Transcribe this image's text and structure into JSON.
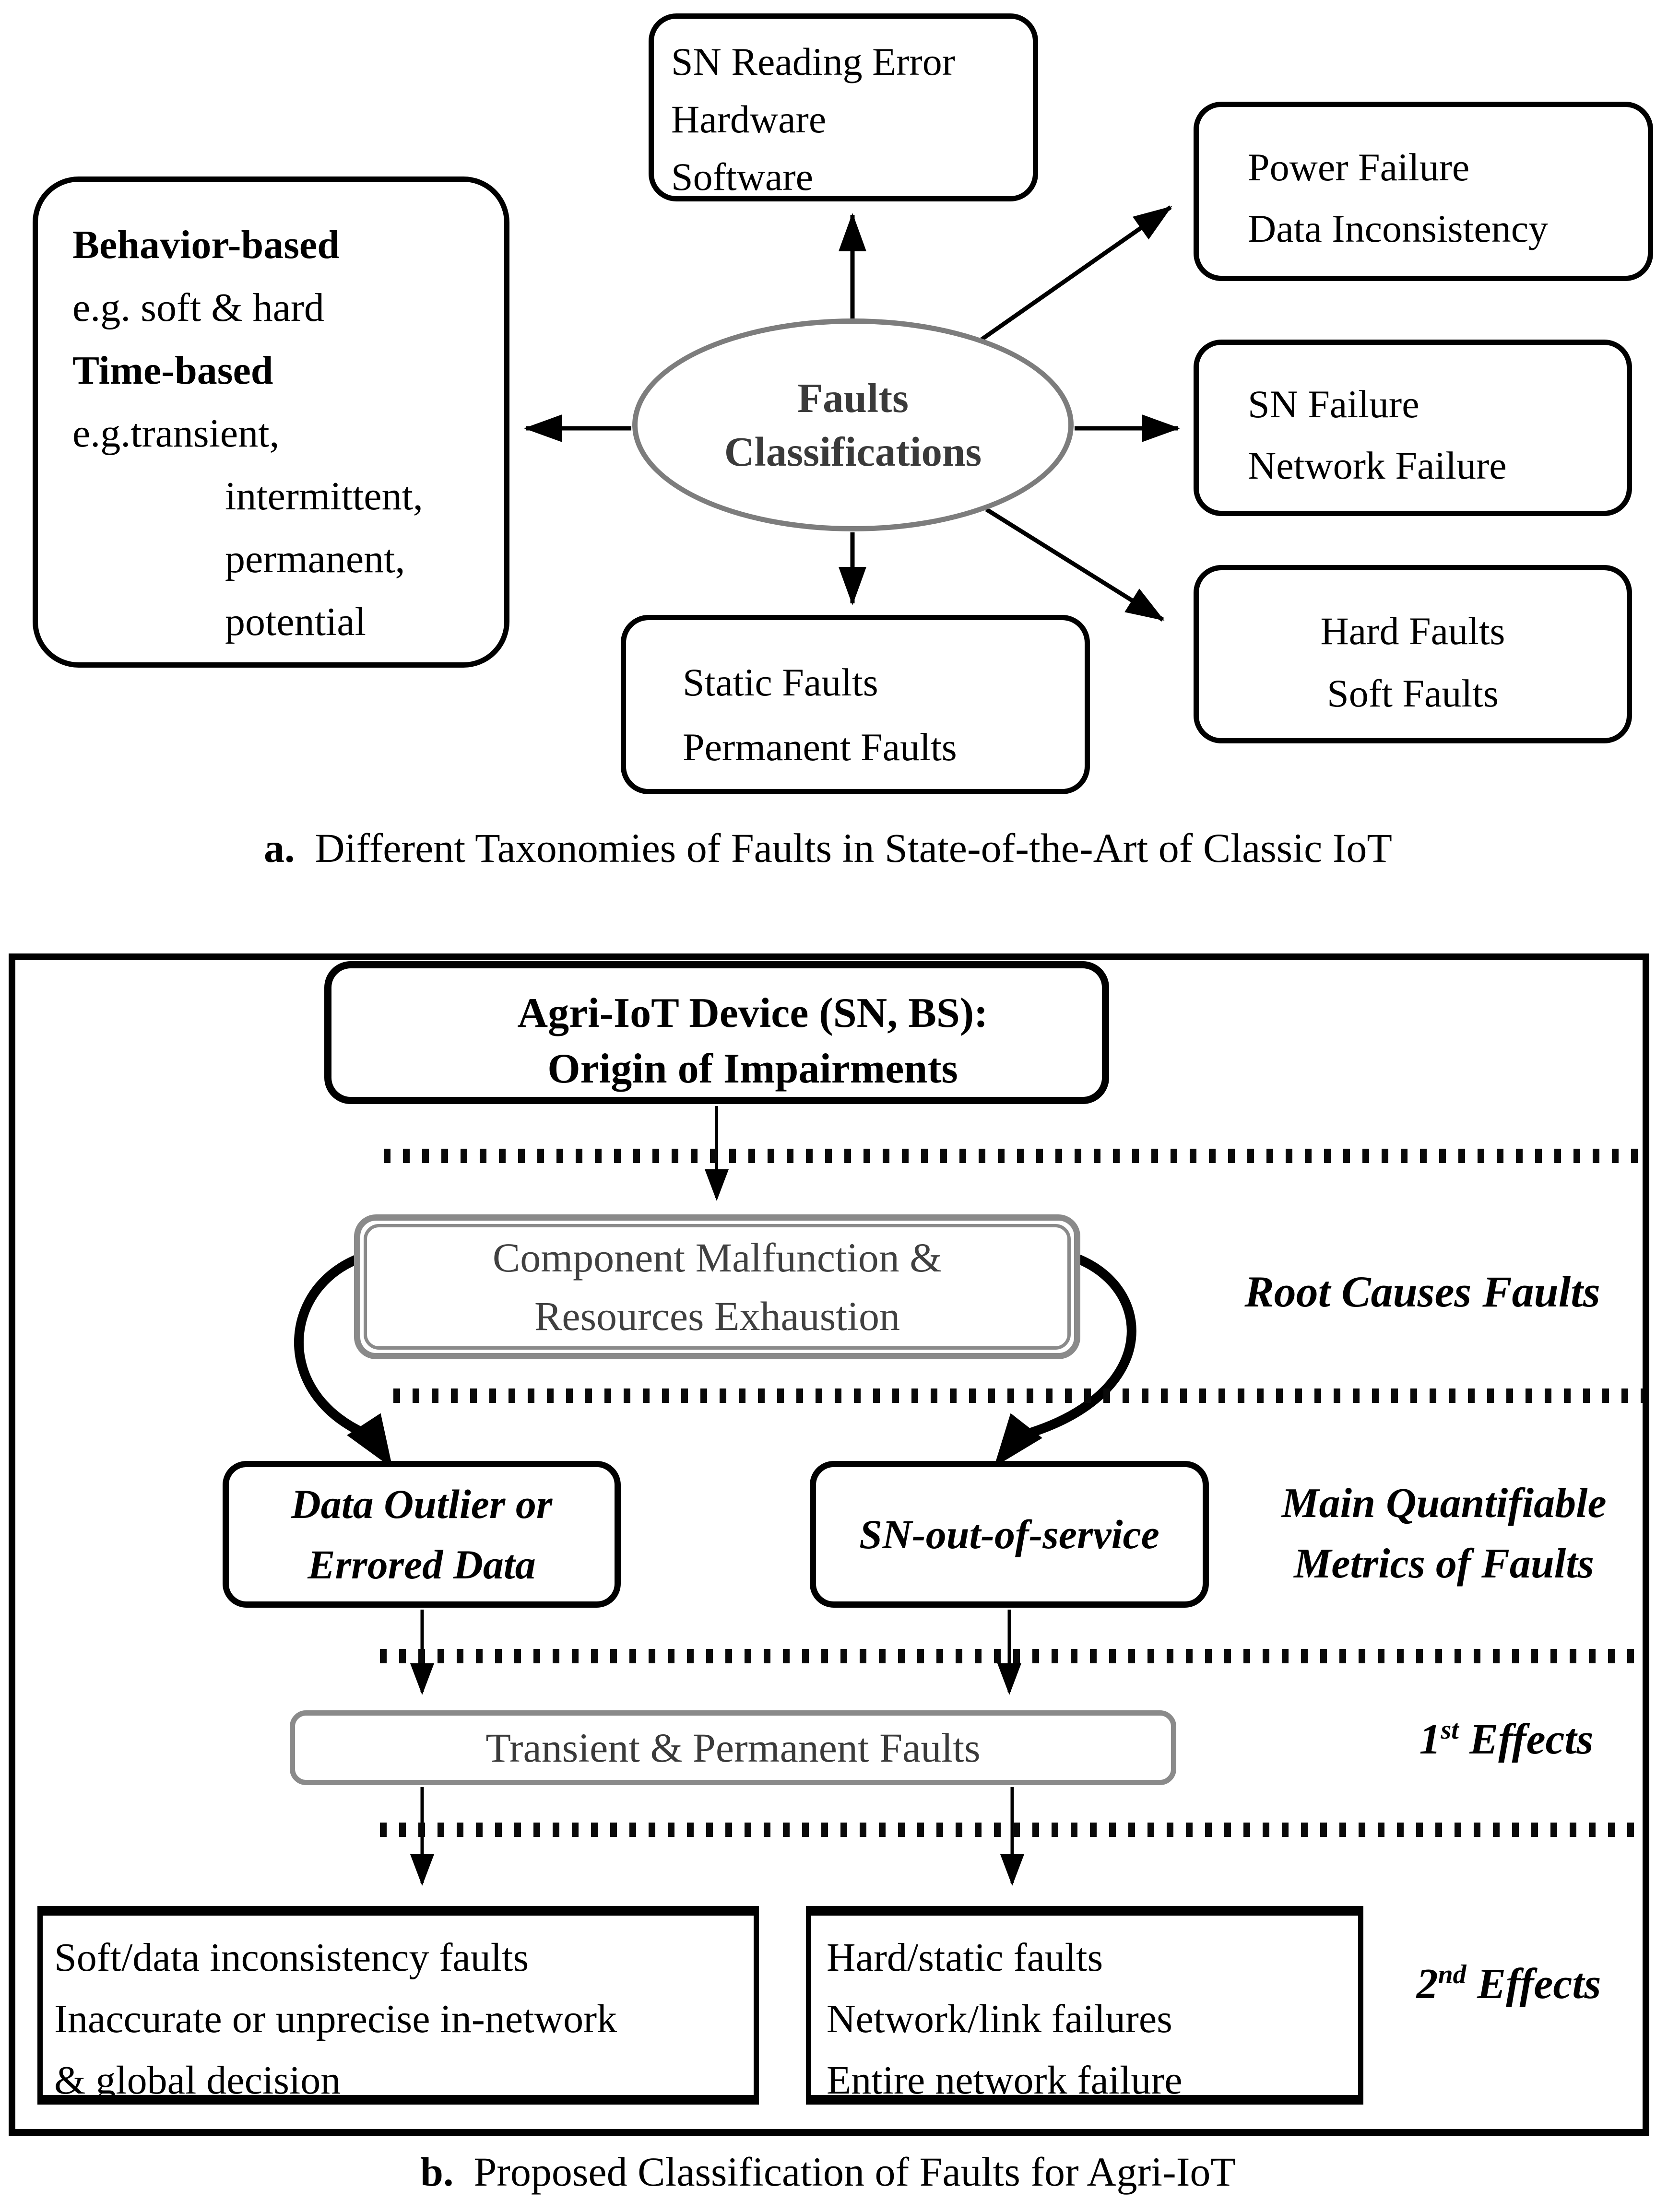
{
  "figure": {
    "panel_a": {
      "caption": {
        "prefix": "a.",
        "text": "Different Taxonomies of Faults in State-of-the-Art of Classic IoT"
      },
      "ellipse": {
        "lines": [
          "Faults",
          "Classifications"
        ]
      },
      "boxes": {
        "sn_reading": {
          "lines": [
            "SN Reading Error",
            "Hardware",
            "Software"
          ]
        },
        "power": {
          "lines": [
            "Power Failure",
            "Data Inconsistency"
          ]
        },
        "behavior": {
          "lines": [
            "Behavior-based",
            "e.g. soft & hard",
            "Time-based",
            "e.g.transient,",
            "intermittent,",
            "permanent,",
            "potential"
          ]
        },
        "sn_failure": {
          "lines": [
            "SN Failure",
            "Network Failure"
          ]
        },
        "hard_soft": {
          "lines": [
            "Hard Faults",
            "Soft Faults"
          ]
        },
        "static_perm": {
          "lines": [
            "Static Faults",
            "Permanent Faults"
          ]
        }
      }
    },
    "panel_b": {
      "caption": {
        "prefix": "b.",
        "text": "Proposed Classification of Faults for Agri-IoT"
      },
      "boxes": {
        "agri": {
          "lines": [
            "Agri-IoT Device (SN, BS):",
            "Origin of  Impairments"
          ]
        },
        "component": {
          "lines": [
            "Component Malfunction &",
            "Resources Exhaustion"
          ]
        },
        "outlier": {
          "lines": [
            "Data Outlier or",
            "Errored Data"
          ]
        },
        "sn_out_of_service": {
          "lines": [
            "SN-out-of-service"
          ]
        },
        "transient": {
          "lines": [
            "Transient & Permanent Faults"
          ]
        },
        "soft_effects": {
          "lines": [
            "Soft/data inconsistency faults",
            "Inaccurate or unprecise in-network",
            "& global decision"
          ]
        },
        "hard_effects": {
          "lines": [
            "Hard/static faults",
            "Network/link failures",
            "Entire network failure"
          ]
        }
      },
      "labels": {
        "root_causes": "Root Causes Faults",
        "metrics": {
          "lines": [
            "Main Quantifiable",
            "Metrics of Faults"
          ]
        },
        "first_effect": {
          "num": "1",
          "sup": "st",
          "word": "Effects"
        },
        "second_effect": {
          "num": "2",
          "sup": "nd",
          "word": "Effects"
        }
      }
    },
    "colors": {
      "gray_border": "#7d7d7d",
      "gray_text": "#3a3a3a",
      "black": "#000000"
    }
  }
}
